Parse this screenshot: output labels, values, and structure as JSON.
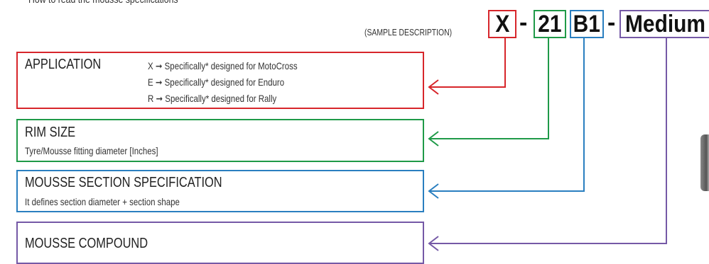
{
  "header": {
    "cutoff_text": "How to read the mousse specifications",
    "sample_label": "(SAMPLE DESCRIPTION)"
  },
  "code": {
    "parts": [
      "X",
      "21",
      "B1",
      "Medium"
    ],
    "separator": "-"
  },
  "sections": {
    "application": {
      "title": "APPLICATION",
      "options": [
        "X ➞ Specifically* designed for MotoCross",
        "E ➞ Specifically* designed for Enduro",
        "R ➞ Specifically* designed for Rally"
      ]
    },
    "rim_size": {
      "title": "RIM SIZE",
      "desc": "Tyre/Mousse fitting diameter [Inches]"
    },
    "section_spec": {
      "title": "MOUSSE SECTION SPECIFICATION",
      "desc": "It defines section diameter + section shape"
    },
    "compound": {
      "title": "MOUSSE COMPOUND"
    }
  },
  "colors": {
    "red": "#d7262b",
    "green": "#1f9a48",
    "blue": "#2a7fc0",
    "purple": "#7559a6"
  }
}
